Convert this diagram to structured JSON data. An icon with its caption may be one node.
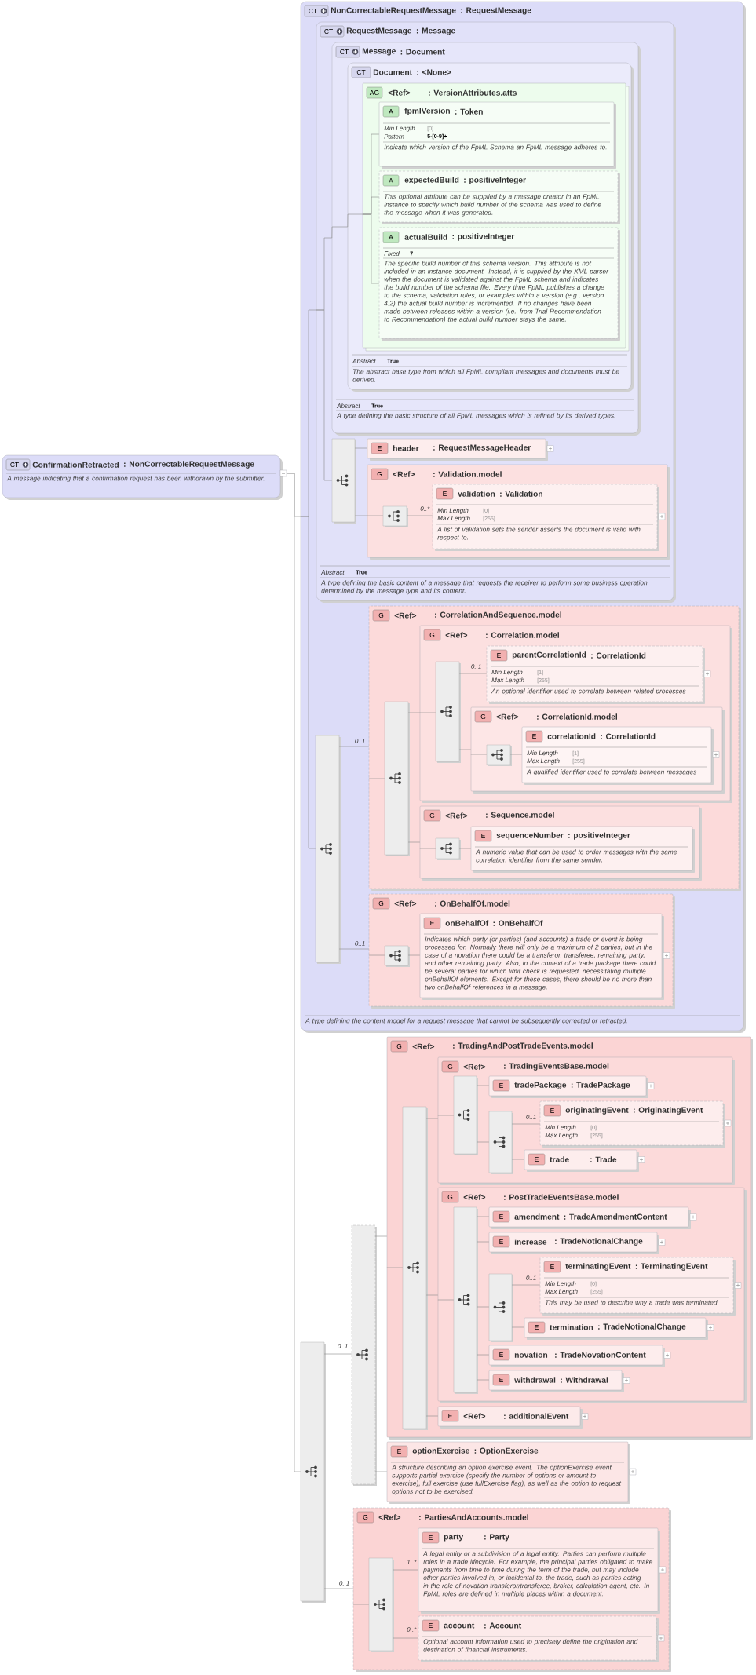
{
  "diagram": {
    "nodes": [
      {
        "text": [
          "CT",
          "ConfirmationRetracted",
          ": NonCorrectableRequestMessage",
          "A message indicating that a confirmation request has been withdrawn by the submitter."
        ]
      },
      {
        "text": [
          "CT",
          "NonCorrectableRequestMessage",
          ": RequestMessage",
          "A type defining the content model for a request message that cannot be subsequently corrected or retracted."
        ]
      },
      {
        "text": [
          "CT",
          "RequestMessage",
          ": Message",
          "Abstract",
          "True",
          "A type defining the basic content of a message that requests the receiver to perform some business operation determined by the message type and its content."
        ],
        "in": 1
      },
      {
        "text": [
          "CT",
          "Message",
          ": Document",
          "Abstract",
          "True",
          "A type defining the basic structure of all FpML messages which is refined by its derived types."
        ],
        "in": 2
      },
      {
        "text": [
          "CT",
          "Document",
          ": <None>",
          "Abstract",
          "True",
          "The abstract base type from which all FpML compliant messages and documents must be derived."
        ],
        "in": 3
      },
      {
        "text": [
          "AG",
          "<Ref>",
          ": VersionAttributes.atts"
        ],
        "in": 4
      },
      {
        "text": [
          "A",
          "fpmlVersion",
          ": Token",
          "Min Length",
          "[0]",
          "Pattern",
          "5-[0-9]+",
          "Indicate which version of the FpML Schema an FpML message adheres to."
        ],
        "in": 5
      },
      {
        "text": [
          "A",
          "expectedBuild",
          ": positiveInteger",
          "This optional attribute can be supplied by a message creator in an FpML instance to specify which build number of the schema was used to define the message when it was generated."
        ],
        "in": 5
      },
      {
        "text": [
          "A",
          "actualBuild",
          ": positiveInteger",
          "Fixed",
          "7",
          "The specific build number of this schema version. This attribute is not included in an instance document. Instead, it is supplied by the XML parser when the document is validated against the FpML schema and indicates the build number of the schema file. Every time FpML publishes a change to the schema, validation rules, or examples within a version (e.g., version 4.2) the actual build number is incremented. If no changes have been made between releases within a version (i.e. from Trial Recommendation to Recommendation) the actual build number stays the same."
        ],
        "in": 5
      },
      {
        "text": [],
        "shape": "bar",
        "in": 2
      },
      {
        "text": [
          "E",
          "header",
          ": RequestMessageHeader"
        ],
        "in": 2
      },
      {
        "text": [
          "G",
          "<Ref>",
          ": Validation.model"
        ],
        "in": 2
      },
      {
        "text": [],
        "shape": "bar",
        "in": 11
      },
      {
        "text": [
          "E",
          "validation",
          ": Validation",
          "Min Length",
          "[0]",
          "Max Length",
          "[255]",
          "A list of validation sets the sender asserts the document is valid with respect to."
        ],
        "in": 11
      },
      {
        "text": [],
        "shape": "bar",
        "in": 1
      },
      {
        "text": [
          "G",
          "<Ref>",
          ": CorrelationAndSequence.model"
        ],
        "in": 1
      },
      {
        "text": [],
        "shape": "bar",
        "in": 15
      },
      {
        "text": [
          "G",
          "<Ref>",
          ": Correlation.model"
        ],
        "in": 15
      },
      {
        "text": [],
        "shape": "bar",
        "in": 17
      },
      {
        "text": [
          "E",
          "parentCorrelationId",
          ": CorrelationId",
          "Min Length",
          "[1]",
          "Max Length",
          "[255]",
          "An optional identifier used to correlate between related processes"
        ],
        "in": 17
      },
      {
        "text": [
          "G",
          "<Ref>",
          ": CorrelationId.model"
        ],
        "in": 17
      },
      {
        "text": [],
        "shape": "bar",
        "in": 20
      },
      {
        "text": [
          "E",
          "correlationId",
          ": CorrelationId",
          "Min Length",
          "[1]",
          "Max Length",
          "[255]",
          "A qualified identifier used to correlate between messages"
        ],
        "in": 20
      },
      {
        "text": [
          "G",
          "<Ref>",
          ": Sequence.model"
        ],
        "in": 15
      },
      {
        "text": [],
        "shape": "bar",
        "in": 23
      },
      {
        "text": [
          "E",
          "sequenceNumber",
          ": positiveInteger",
          "A numeric value that can be used to order messages with the same correlation identifier from the same sender."
        ],
        "in": 23
      },
      {
        "text": [
          "G",
          "<Ref>",
          ": OnBehalfOf.model"
        ],
        "in": 1
      },
      {
        "text": [],
        "shape": "bar",
        "in": 26
      },
      {
        "text": [
          "E",
          "onBehalfOf",
          ": OnBehalfOf",
          "Indicates which party (or parties) (and accounts) a trade or event is being processed for. Normally there will only be a maximum of 2 parties, but in the case of a novation there could be a transferor, transferee, remaining party, and other remaining party. Also, in the context of a trade package there could be several parties for which limit check is requested, necessitating multiple onBehalfOf elements. Except for these cases, there should be no more than two onBehalfOf references in a message."
        ],
        "in": 26
      },
      {
        "text": [],
        "shape": "bar"
      },
      {
        "text": [],
        "shape": "bar"
      },
      {
        "text": [
          "G",
          "<Ref>",
          ": TradingAndPostTradeEvents.model"
        ]
      },
      {
        "text": [],
        "shape": "bar",
        "in": 31
      },
      {
        "text": [
          "G",
          "<Ref>",
          ": TradingEventsBase.model"
        ],
        "in": 31
      },
      {
        "text": [],
        "shape": "bar",
        "in": 33
      },
      {
        "text": [
          "E",
          "tradePackage",
          ": TradePackage"
        ],
        "in": 33
      },
      {
        "text": [],
        "shape": "bar",
        "in": 33
      },
      {
        "text": [
          "E",
          "originatingEvent",
          ": OriginatingEvent",
          "Min Length",
          "[0]",
          "Max Length",
          "[255]"
        ],
        "in": 33
      },
      {
        "text": [
          "E",
          "trade",
          ": Trade"
        ],
        "in": 33
      },
      {
        "text": [
          "G",
          "<Ref>",
          ": PostTradeEventsBase.model"
        ],
        "in": 31
      },
      {
        "text": [],
        "shape": "bar",
        "in": 39
      },
      {
        "text": [
          "E",
          "amendment",
          ": TradeAmendmentContent"
        ],
        "in": 39
      },
      {
        "text": [
          "E",
          "increase",
          ": TradeNotionalChange"
        ],
        "in": 39
      },
      {
        "text": [],
        "shape": "bar",
        "in": 39
      },
      {
        "text": [
          "E",
          "terminatingEvent",
          ": TerminatingEvent",
          "Min Length",
          "[0]",
          "Max Length",
          "[255]",
          "This may be used to describe why a trade was terminated."
        ],
        "in": 39
      },
      {
        "text": [
          "E",
          "termination",
          ": TradeNotionalChange"
        ],
        "in": 39
      },
      {
        "text": [
          "E",
          "novation",
          ": TradeNovationContent"
        ],
        "in": 39
      },
      {
        "text": [
          "E",
          "withdrawal",
          ": Withdrawal"
        ],
        "in": 39
      },
      {
        "text": [
          "E",
          "<Ref>",
          ": additionalEvent"
        ],
        "in": 31
      },
      {
        "text": [
          "E",
          "optionExercise",
          ": OptionExercise",
          "A structure describing an option exercise event. The optionExercise event supports partial exercise (specify the number of options or amount to exercise), full exercise (use fullExercise flag), as well as the option to request options not to be exercised."
        ]
      },
      {
        "text": [
          "G",
          "<Ref>",
          ": PartiesAndAccounts.model"
        ]
      },
      {
        "text": [],
        "shape": "bar",
        "in": 50
      },
      {
        "text": [
          "E",
          "party",
          ": Party",
          "A legal entity or a subdivision of a legal entity. Parties can perform multiple roles in a trade lifecycle. For example, the principal parties obligated to make payments from time to time during the term of the trade, but may include other parties involved in, or incidental to, the trade, such as parties acting in the role of novation transferor/transferee, broker, calculation agent, etc. In FpML roles are defined in multiple places within a document."
        ],
        "in": 50
      },
      {
        "text": [
          "E",
          "account",
          ": Account",
          "Optional account information used to precisely define the origination and destination of financial instruments."
        ],
        "in": 50
      }
    ],
    "edges": [
      {
        "from": 0,
        "to": 1,
        "arrow": "none"
      },
      {
        "from": 0,
        "to": 29,
        "arrow": "none"
      },
      {
        "from": 1,
        "to": 14,
        "arrow": "none"
      },
      {
        "from": 1,
        "to": 2,
        "arrow": "none"
      },
      {
        "from": 2,
        "to": 9,
        "arrow": "none"
      },
      {
        "from": 2,
        "to": 3,
        "arrow": "none"
      },
      {
        "from": 3,
        "to": 4,
        "arrow": "none"
      },
      {
        "from": 4,
        "to": 5,
        "arrow": "none"
      },
      {
        "from": 5,
        "to": 6,
        "arrow": "none"
      },
      {
        "from": 5,
        "to": 7,
        "arrow": "none"
      },
      {
        "from": 5,
        "to": 8,
        "arrow": "none"
      },
      {
        "from": 9,
        "to": 10,
        "arrow": "none"
      },
      {
        "from": 9,
        "to": 11,
        "arrow": "none"
      },
      {
        "from": 11,
        "to": 12,
        "arrow": "none"
      },
      {
        "from": 12,
        "to": 13,
        "arrow": "none",
        "label": "0..*"
      },
      {
        "from": 14,
        "to": 15,
        "arrow": "none",
        "label": "0..1"
      },
      {
        "from": 15,
        "to": 16,
        "arrow": "none"
      },
      {
        "from": 16,
        "to": 17,
        "arrow": "none"
      },
      {
        "from": 17,
        "to": 18,
        "arrow": "none"
      },
      {
        "from": 18,
        "to": 19,
        "arrow": "none",
        "label": "0..1"
      },
      {
        "from": 18,
        "to": 20,
        "arrow": "none"
      },
      {
        "from": 20,
        "to": 21,
        "arrow": "none"
      },
      {
        "from": 21,
        "to": 22,
        "arrow": "none"
      },
      {
        "from": 16,
        "to": 23,
        "arrow": "none"
      },
      {
        "from": 23,
        "to": 24,
        "arrow": "none"
      },
      {
        "from": 24,
        "to": 25,
        "arrow": "none"
      },
      {
        "from": 14,
        "to": 26,
        "arrow": "none",
        "label": "0..1"
      },
      {
        "from": 26,
        "to": 27,
        "arrow": "none"
      },
      {
        "from": 27,
        "to": 28,
        "arrow": "none"
      },
      {
        "from": 29,
        "to": 30,
        "arrow": "none",
        "label": "0..1"
      },
      {
        "from": 30,
        "to": 31,
        "arrow": "none"
      },
      {
        "from": 31,
        "to": 32,
        "arrow": "none"
      },
      {
        "from": 32,
        "to": 33,
        "arrow": "none"
      },
      {
        "from": 33,
        "to": 34,
        "arrow": "none"
      },
      {
        "from": 34,
        "to": 35,
        "arrow": "none"
      },
      {
        "from": 34,
        "to": 36,
        "arrow": "none"
      },
      {
        "from": 36,
        "to": 37,
        "arrow": "none",
        "label": "0..1"
      },
      {
        "from": 36,
        "to": 38,
        "arrow": "none"
      },
      {
        "from": 32,
        "to": 39,
        "arrow": "none"
      },
      {
        "from": 39,
        "to": 40,
        "arrow": "none"
      },
      {
        "from": 40,
        "to": 41,
        "arrow": "none"
      },
      {
        "from": 40,
        "to": 42,
        "arrow": "none"
      },
      {
        "from": 40,
        "to": 43,
        "arrow": "none"
      },
      {
        "from": 40,
        "to": 46,
        "arrow": "none"
      },
      {
        "from": 40,
        "to": 47,
        "arrow": "none"
      },
      {
        "from": 43,
        "to": 44,
        "arrow": "none",
        "label": "0..1"
      },
      {
        "from": 43,
        "to": 45,
        "arrow": "none"
      },
      {
        "from": 32,
        "to": 48,
        "arrow": "none"
      },
      {
        "from": 30,
        "to": 49,
        "arrow": "none"
      },
      {
        "from": 29,
        "to": 50,
        "arrow": "none",
        "label": "0..1"
      },
      {
        "from": 50,
        "to": 51,
        "arrow": "none"
      },
      {
        "from": 51,
        "to": 52,
        "arrow": "none",
        "label": "1..*"
      },
      {
        "from": 51,
        "to": 53,
        "arrow": "none",
        "label": "0..*"
      }
    ]
  }
}
